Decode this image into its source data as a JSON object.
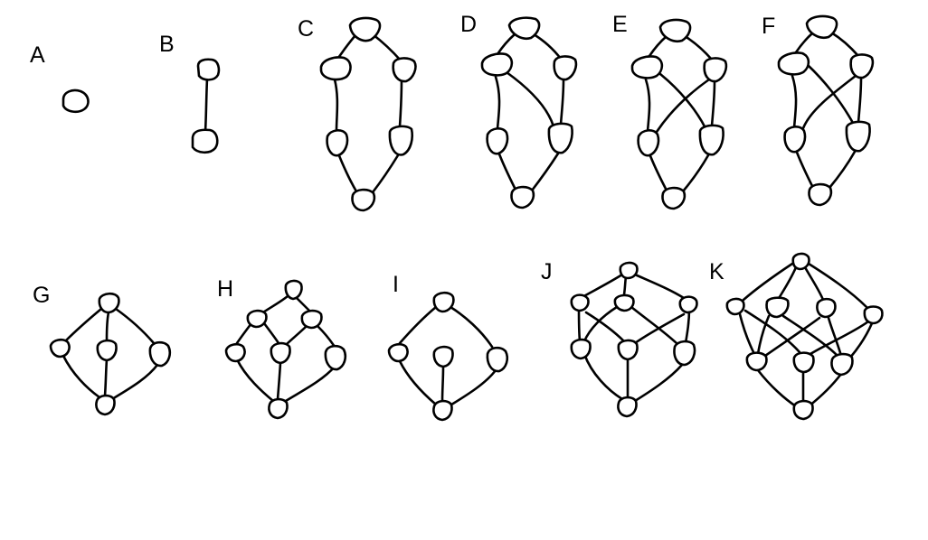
{
  "canvas_bg": "#ffffff",
  "ink_color": "#000000",
  "diagrams": [
    {
      "label": "A"
    },
    {
      "label": "B"
    },
    {
      "label": "C"
    },
    {
      "label": "D"
    },
    {
      "label": "E"
    },
    {
      "label": "F"
    },
    {
      "label": "G"
    },
    {
      "label": "H"
    },
    {
      "label": "I"
    },
    {
      "label": "J"
    },
    {
      "label": "K"
    }
  ]
}
